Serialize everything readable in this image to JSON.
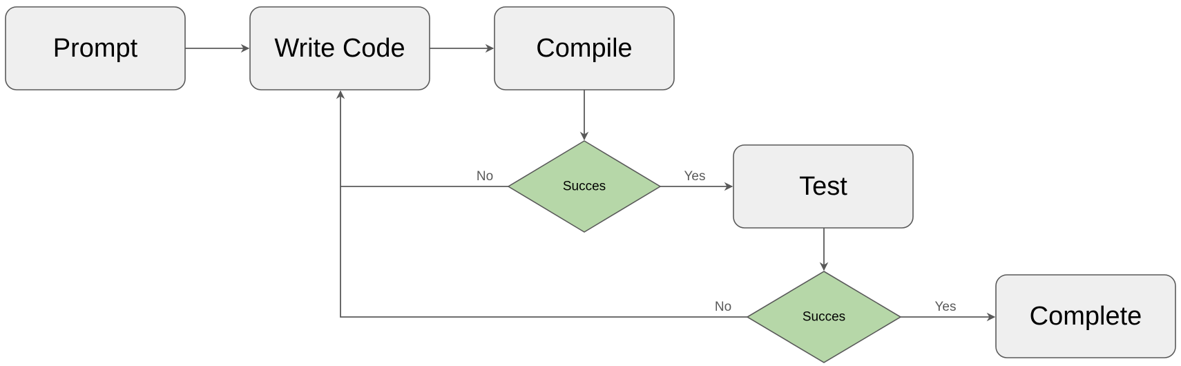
{
  "nodes": {
    "prompt": "Prompt",
    "write_code": "Write Code",
    "compile": "Compile",
    "decision_compile": "Succes",
    "test": "Test",
    "decision_test": "Succes",
    "complete": "Complete"
  },
  "edge_labels": {
    "compile_no": "No",
    "compile_yes": "Yes",
    "test_no": "No",
    "test_yes": "Yes"
  },
  "colors": {
    "box_fill": "#efefef",
    "decision_fill": "#b6d7a8",
    "stroke": "#595959"
  }
}
